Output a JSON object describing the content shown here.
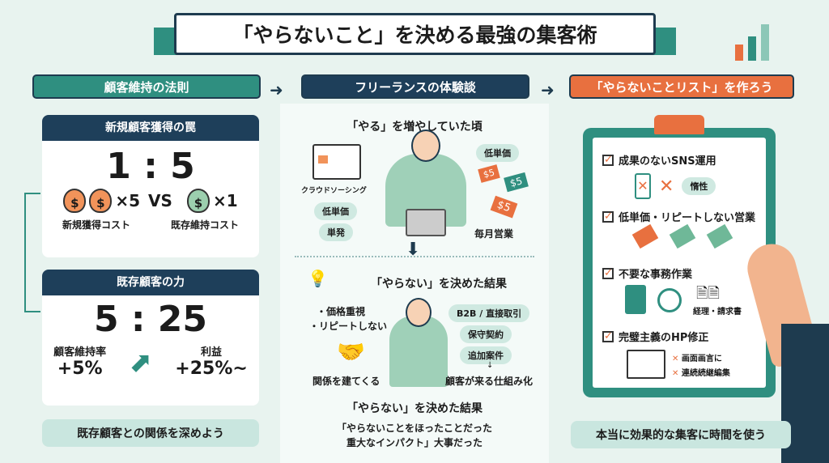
{
  "title": "「やらないこと」を決める最強の集客術",
  "columns": {
    "left": {
      "header": "顧客維持の法則",
      "card1": {
        "header": "新規顧客獲得の罠",
        "ratio": "1 : 5",
        "mult_new": "×5",
        "vs": "VS",
        "mult_existing": "×1",
        "label_new": "新規獲得コスト",
        "label_existing": "既存維持コスト",
        "dollar": "$"
      },
      "card2": {
        "header": "既存顧客の力",
        "ratio": "5 : 25",
        "left_label": "顧客維持率",
        "left_value": "+5%",
        "right_label": "利益",
        "right_value": "+25%~"
      },
      "footer": "既存顧客との関係を深めよう"
    },
    "middle": {
      "header": "フリーランスの体験談",
      "before": {
        "title": "「やる」を増やしていた頃",
        "crowdsourcing": "クラウドソーシング",
        "tags": [
          "低単価",
          "単発"
        ],
        "tag_right": "低単価",
        "price": "$5",
        "monthly": "毎月営業"
      },
      "after": {
        "title": "「やらない」を決めた結果",
        "bullets": [
          "・価格重視",
          "・リピートしない"
        ],
        "relation": "関係を建てくる",
        "tags": [
          "B2B / 直接取引",
          "保守契約",
          "追加案件"
        ],
        "result": "顧客が来る仕組み化"
      },
      "conclusion": {
        "title": "「やらない」を決めた結果",
        "lines": [
          "「やらないことをほったことだった",
          "重大なインパクト」大事だった"
        ]
      }
    },
    "right": {
      "header": "「やらないことリスト」を作ろう",
      "items": [
        {
          "label": "成果のないSNS運用",
          "note": "惰性"
        },
        {
          "label": "低単価・リピートしない営業"
        },
        {
          "label": "不要な事務作業",
          "note": "経理・請求書"
        },
        {
          "label": "完璧主義のHP修正",
          "notes": [
            "画面画言に",
            "連続続継編集"
          ]
        }
      ],
      "footer": "本当に効果的な集客に時間を使う"
    }
  },
  "colors": {
    "teal": "#2f8f80",
    "navy": "#1e3f5a",
    "orange": "#e8703f"
  }
}
